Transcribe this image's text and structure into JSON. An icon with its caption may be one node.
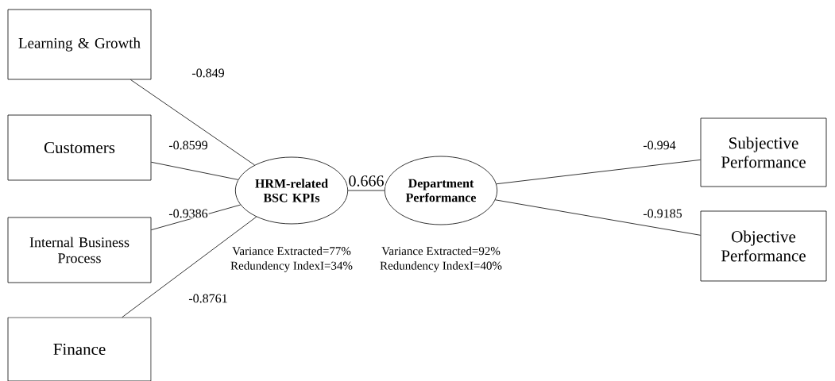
{
  "diagram": {
    "nodes": [
      {
        "text": [
          "Learning & Growth"
        ]
      },
      {
        "text": [
          "Customers"
        ]
      },
      {
        "text": [
          "Internal Business Process"
        ]
      },
      {
        "text": [
          "Finance"
        ]
      },
      {
        "text": [
          "HRM-related BSC KPIs"
        ],
        "beside": [
          "Variance Extracted=77%",
          "Redundency IndexI=34%"
        ]
      },
      {
        "text": [
          "Department Performance"
        ],
        "beside": [
          "Variance Extracted=92%",
          "Redundency IndexI=40%"
        ]
      },
      {
        "text": [
          "Subjective Performance"
        ]
      },
      {
        "text": [
          "Objective Performance"
        ]
      }
    ],
    "edges": [
      {
        "from": 0,
        "to": 4,
        "arrow": "none",
        "label": "-0.849"
      },
      {
        "from": 1,
        "to": 4,
        "arrow": "none",
        "label": "-0.8599"
      },
      {
        "from": 2,
        "to": 4,
        "arrow": "none",
        "label": "-0.9386"
      },
      {
        "from": 3,
        "to": 4,
        "arrow": "none",
        "label": "-0.8761"
      },
      {
        "from": 4,
        "to": 5,
        "arrow": "none",
        "label": "0.666"
      },
      {
        "from": 5,
        "to": 6,
        "arrow": "none",
        "label": "-0.994"
      },
      {
        "from": 5,
        "to": 7,
        "arrow": "none",
        "label": "-0.9185"
      }
    ]
  }
}
